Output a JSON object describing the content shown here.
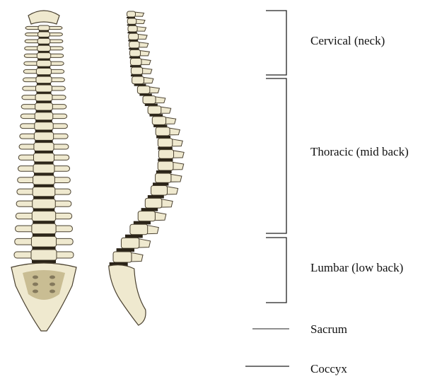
{
  "regions": {
    "cervical": {
      "label": "Cervical (neck)"
    },
    "thoracic": {
      "label": "Thoracic (mid back)"
    },
    "lumbar": {
      "label": "Lumbar (low back)"
    },
    "sacrum": {
      "label": "Sacrum"
    },
    "coccyx": {
      "label": "Coccyx"
    }
  },
  "colors": {
    "bone": "#efe9cf",
    "bone_outline": "#4a4130",
    "disc": "#2b2418",
    "sacrum_shade": "#c9bd93",
    "bracket": "#222222"
  }
}
